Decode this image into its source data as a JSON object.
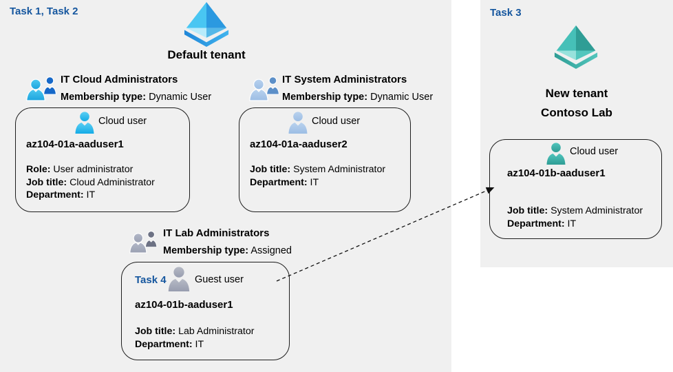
{
  "colors": {
    "panel_background": "#f0f0f0",
    "task_label_blue": "#15569e",
    "card_border": "#1c1c1c",
    "azure_ad_blue": [
      "#49c6f2",
      "#2b99e0",
      "#b8ebfb",
      "#55b8e8",
      "#1f86d8"
    ],
    "azure_ad_teal": [
      "#46c0b8",
      "#2f9d95",
      "#97e2dc",
      "#53c6bd",
      "#35a59c"
    ],
    "cloud_user_bright_blue": "#14abe6",
    "cloud_user_steel_blue": "#a9c6e8",
    "guest_user_gray": "#a7abb8",
    "cloud_user_teal": "#35a8a0",
    "group_icon_blue_front": "#3ec4ee",
    "group_icon_blue_back": "#1668c8",
    "group_icon_gray_front": "#a9aec0",
    "group_icon_gray_back": "#6d7284"
  },
  "left_panel": {
    "task_label": "Task 1, Task 2",
    "tenant": {
      "icon": "azure-ad-blue-icon",
      "label": "Default tenant"
    },
    "groups": [
      {
        "title": "IT Cloud Administrators",
        "membership_label": "Membership type:",
        "membership_value": "Dynamic User",
        "card": {
          "user_type": "Cloud user",
          "user_icon": "cloud-user-bright-blue",
          "user_name": "az104-01a-aaduser1",
          "fields": [
            {
              "label": "Role:",
              "value": "User administrator"
            },
            {
              "label": "Job title:",
              "value": "Cloud Administrator"
            },
            {
              "label": "Department:",
              "value": "IT"
            }
          ]
        }
      },
      {
        "title": "IT System Administrators",
        "membership_label": "Membership type:",
        "membership_value": "Dynamic User",
        "card": {
          "user_type": "Cloud user",
          "user_icon": "cloud-user-steel-blue",
          "user_name": "az104-01a-aaduser2",
          "fields": [
            {
              "label": "Job title:",
              "value": "System Administrator"
            },
            {
              "label": "Department:",
              "value": "IT"
            }
          ]
        }
      },
      {
        "title": "IT Lab Administrators",
        "membership_label": "Membership type:",
        "membership_value": "Assigned",
        "card": {
          "task_label": "Task 4",
          "user_type": "Guest user",
          "user_icon": "guest-user-gray",
          "user_name": "az104-01b-aaduser1",
          "fields": [
            {
              "label": "Job title:",
              "value": "Lab Administrator"
            },
            {
              "label": "Department:",
              "value": "IT"
            }
          ]
        }
      }
    ]
  },
  "right_panel": {
    "task_label": "Task 3",
    "tenant": {
      "icon": "azure-ad-teal-icon",
      "label_line1": "New tenant",
      "label_line2": "Contoso Lab"
    },
    "card": {
      "user_type": "Cloud user",
      "user_icon": "cloud-user-teal",
      "user_name": "az104-01b-aaduser1",
      "fields": [
        {
          "label": "Job title:",
          "value": "System Administrator"
        },
        {
          "label": "Department:",
          "value": "IT"
        }
      ]
    }
  },
  "connector": {
    "type": "dashed-arrow",
    "from": "guest-user-card",
    "to": "new-tenant-cloud-user-card"
  }
}
